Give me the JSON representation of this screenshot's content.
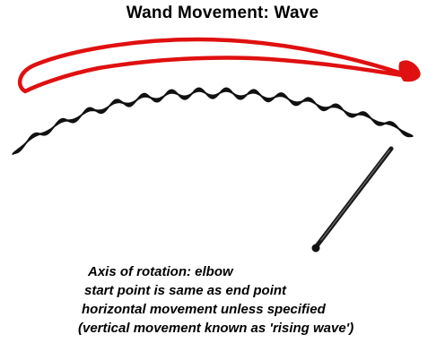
{
  "title": "Wand Movement: Wave",
  "notes": [
    "Axis of rotation: elbow",
    "start point is same as end point",
    "horizontal movement unless specified",
    "(vertical movement known as 'rising wave')"
  ],
  "colors": {
    "arrow": "#e01010",
    "wave": "#111111",
    "wand": "#1a1a1a",
    "text": "#000000"
  }
}
